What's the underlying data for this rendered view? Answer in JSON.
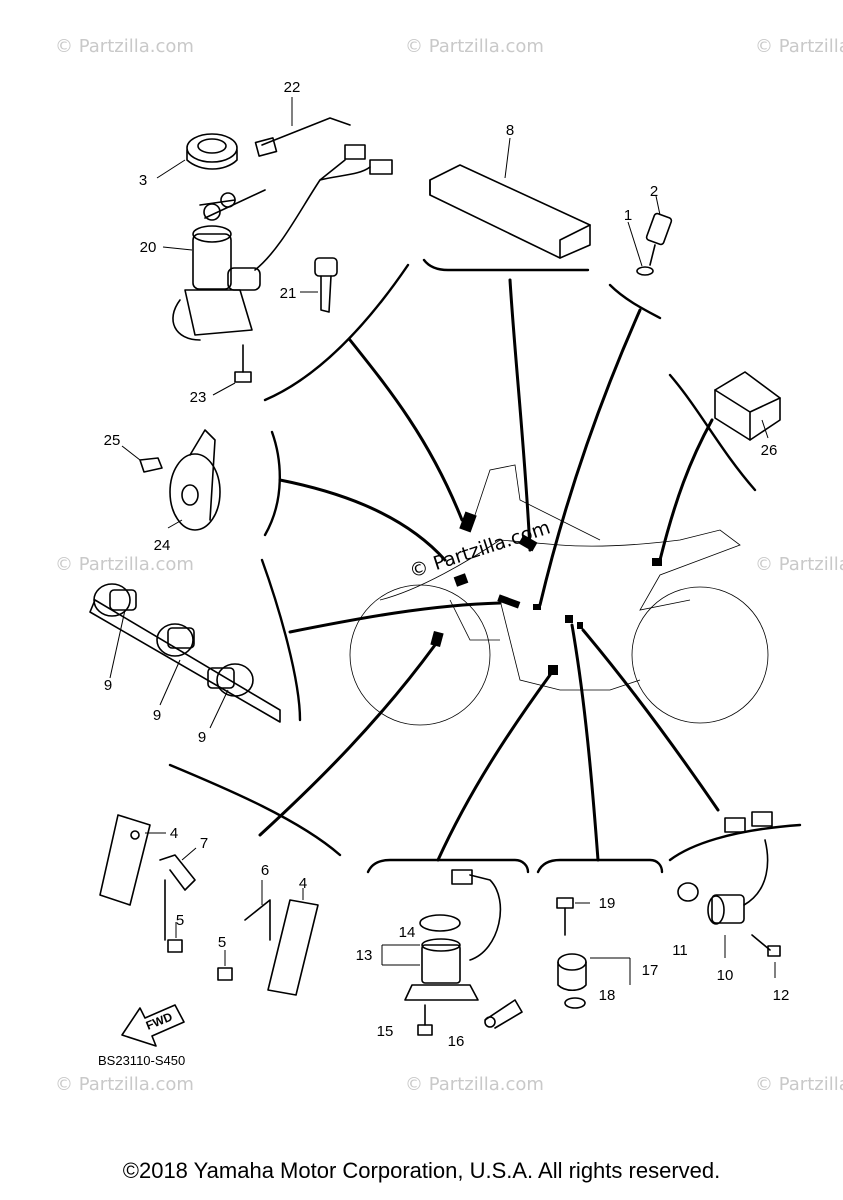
{
  "watermark": "© Partzilla.com",
  "diagram_code": "BS23110-S450",
  "fwd_label": "FWD",
  "copyright": "©2018 Yamaha Motor Corporation, U.S.A. All rights reserved.",
  "callouts": {
    "n1": "1",
    "n2": "2",
    "n3": "3",
    "n4a": "4",
    "n4b": "4",
    "n5a": "5",
    "n5b": "5",
    "n6": "6",
    "n7": "7",
    "n8": "8",
    "n9a": "9",
    "n9b": "9",
    "n9c": "9",
    "n10": "10",
    "n11": "11",
    "n12": "12",
    "n13": "13",
    "n14": "14",
    "n15": "15",
    "n16": "16",
    "n17": "17",
    "n18": "18",
    "n19": "19",
    "n20": "20",
    "n21": "21",
    "n22": "22",
    "n23": "23",
    "n24": "24",
    "n25": "25",
    "n26": "26"
  },
  "icons": [
    "fwd-arrow-icon"
  ]
}
